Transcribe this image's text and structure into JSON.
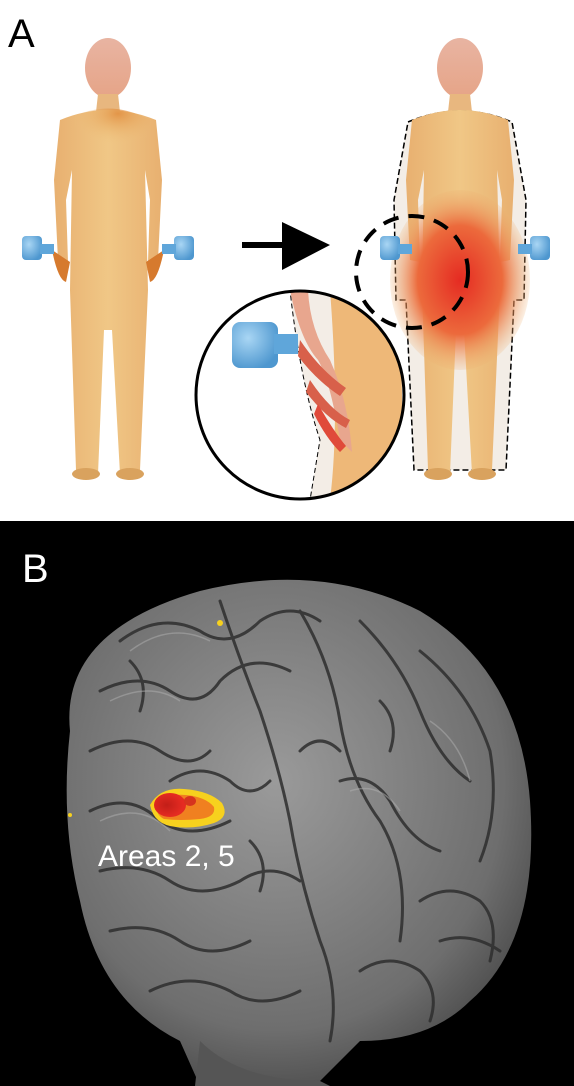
{
  "panels": {
    "a": {
      "letter": "A"
    },
    "b": {
      "letter": "B",
      "region_label": "Areas 2, 5"
    }
  },
  "colors": {
    "skin": "#EEC27E",
    "skin_shadow": "#D9A25E",
    "head": "#E9B7A3",
    "dumbbell": "#6FB6E6",
    "activation_red": "#E52B22",
    "activation_orange": "#F08020",
    "activation_yellow": "#F7D11E",
    "brain_background": "#000000",
    "cortex": "#7A7A7A"
  },
  "icons": [
    "arrow-right-icon",
    "dumbbell-icon",
    "magnifier-circle-icon"
  ]
}
